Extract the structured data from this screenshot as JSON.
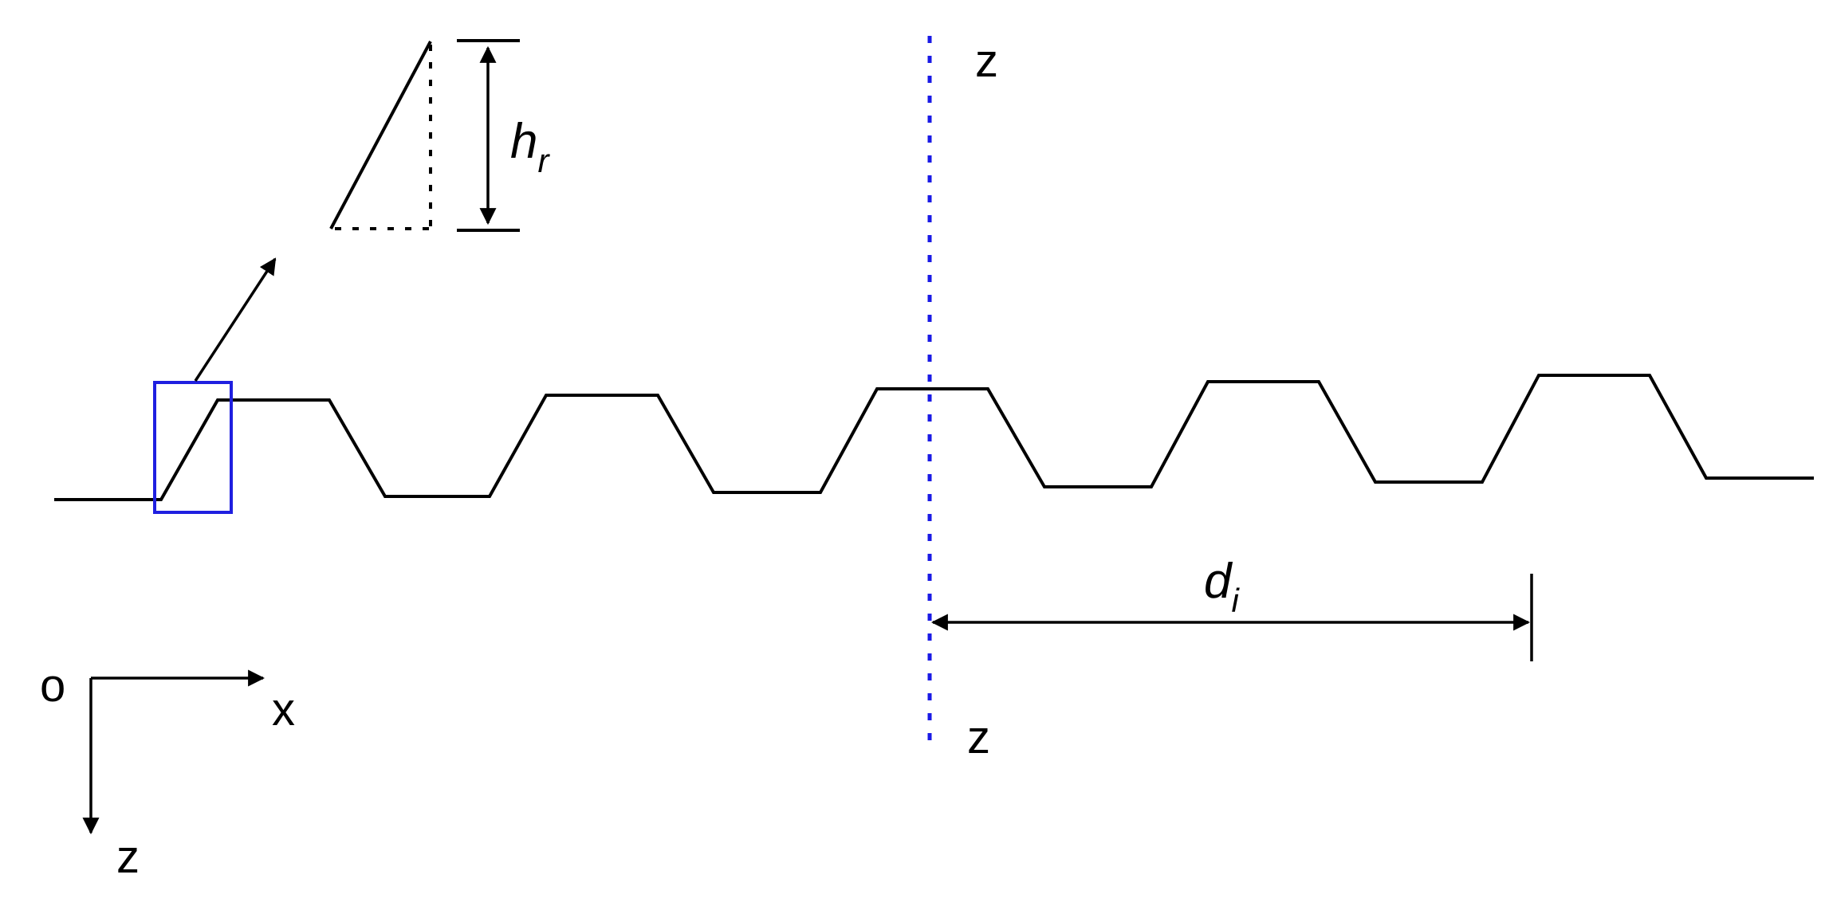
{
  "labels": {
    "height": "h",
    "height_sub": "r",
    "distance": "d",
    "distance_sub": "i",
    "axis_top": "z",
    "axis_bottom": "z",
    "origin": "o",
    "x_axis": "x",
    "z_axis": "z"
  },
  "colors": {
    "profile": "#000000",
    "highlight_box": "#1f1fe0",
    "axis_line": "#1a1ae6"
  }
}
